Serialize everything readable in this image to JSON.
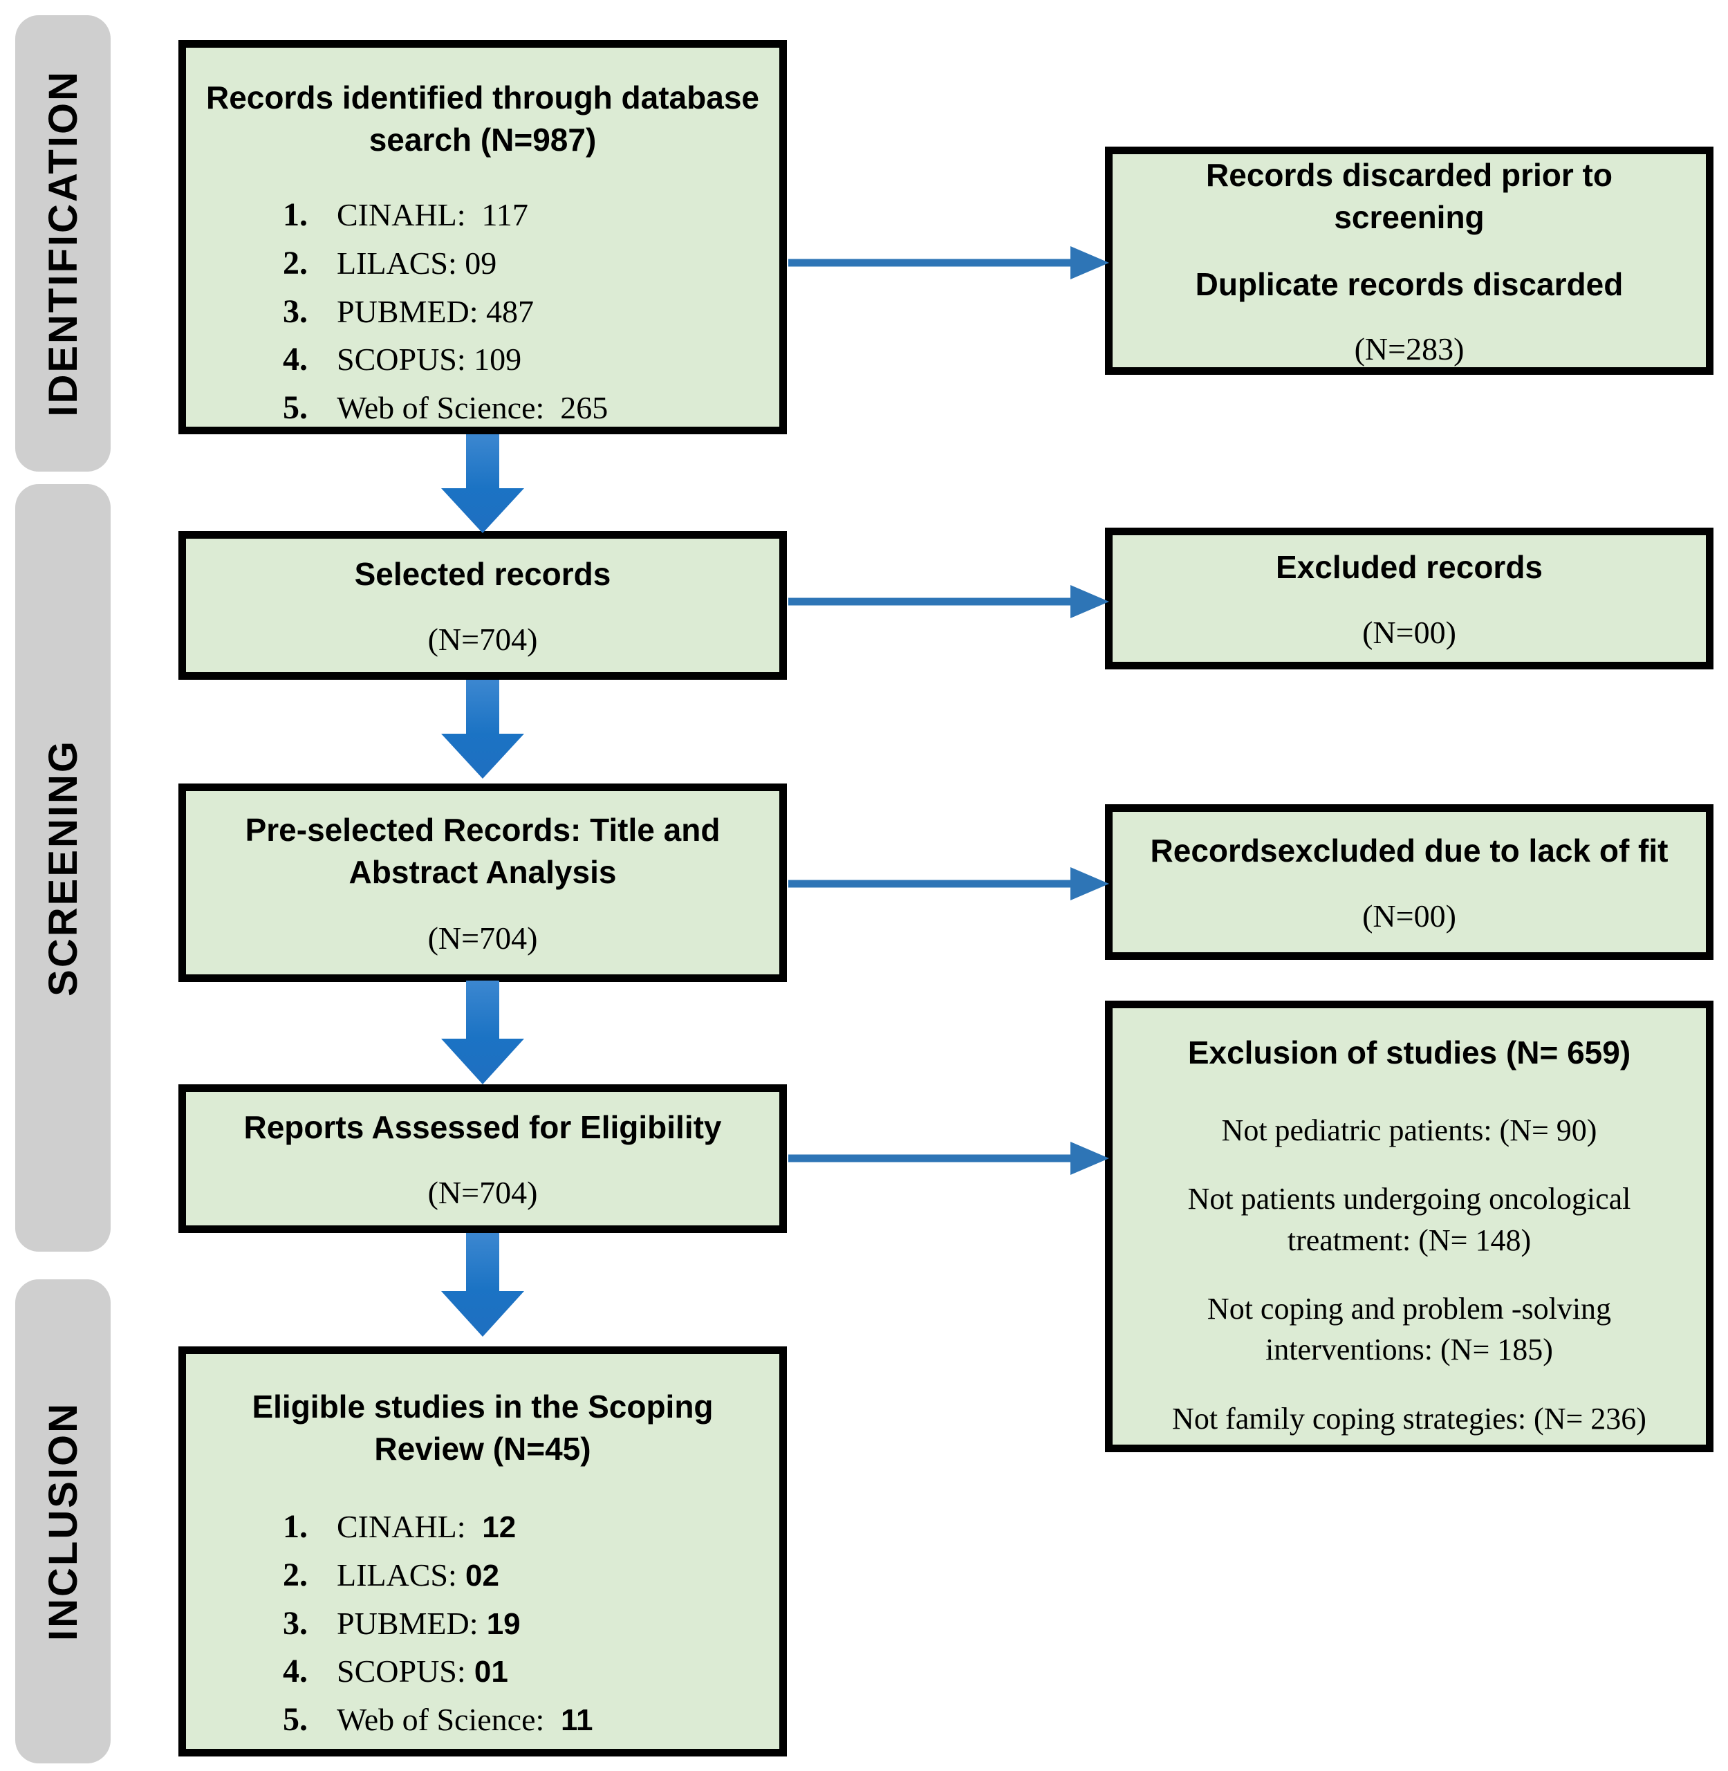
{
  "stages": [
    {
      "label": "IDENTIFICATION"
    },
    {
      "label": "SCREENING"
    },
    {
      "label": "INCLUSION"
    }
  ],
  "boxes": {
    "identified": {
      "title": "Records identified through database search (N=987)",
      "sources": [
        {
          "num": "1.",
          "name": "CINAHL: ",
          "count": " 117"
        },
        {
          "num": "2.",
          "name": "LILACS:",
          "count": " 09"
        },
        {
          "num": "3.",
          "name": "PUBMED:",
          "count": " 487"
        },
        {
          "num": "4.",
          "name": "SCOPUS:",
          "count": " 109"
        },
        {
          "num": "5.",
          "name": "Web of Science: ",
          "count": " 265"
        }
      ]
    },
    "discarded": {
      "title_line1": "Records discarded prior to screening",
      "title_line2": "Duplicate records discarded",
      "count": "(N=283)"
    },
    "selected": {
      "title": "Selected records",
      "count": "(N=704)"
    },
    "excluded": {
      "title": "Excluded records",
      "count": "(N=00)"
    },
    "preselected": {
      "title": "Pre-selected Records: Title and Abstract Analysis",
      "count": "(N=704)"
    },
    "excluded_fit": {
      "title": "Recordsexcluded due to lack of fit",
      "count": "(N=00)"
    },
    "eligibility": {
      "title": "Reports Assessed for Eligibility",
      "count": "(N=704)"
    },
    "exclusion_studies": {
      "title": "Exclusion of studies (N= 659)",
      "reasons": [
        "Not pediatric patients: (N= 90)",
        "Not patients undergoing oncological treatment: (N= 148)",
        "Not  coping and problem    -solving interventions: (N= 185)",
        "Not family coping strategies: (N= 236)"
      ]
    },
    "eligible": {
      "title": "Eligible studies in the Scoping Review (N=45)",
      "sources": [
        {
          "num": "1.",
          "name": "CINAHL: ",
          "count": " 12"
        },
        {
          "num": "2.",
          "name": "LILACS:",
          "count": " 02"
        },
        {
          "num": "3.",
          "name": "PUBMED:",
          "count": " 19"
        },
        {
          "num": "4.",
          "name": "SCOPUS:",
          "count": " 01"
        },
        {
          "num": "5.",
          "name": "Web of Science: ",
          "count": " 11"
        }
      ]
    }
  },
  "colors": {
    "box_fill": "#DCEBD4",
    "box_border": "#000000",
    "stage_fill": "#CFCFCF",
    "arrow_blue": "#2E75B6",
    "arrow_blue_dark": "#1F6FC0"
  }
}
